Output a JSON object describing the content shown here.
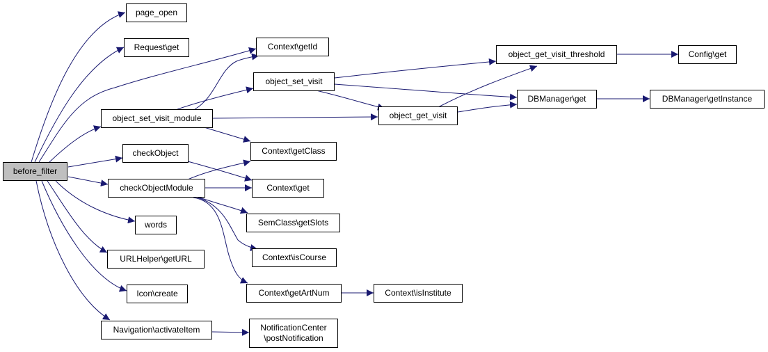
{
  "colors": {
    "edge": "#191970",
    "node_border": "#000000",
    "node_fill": "#ffffff",
    "root_fill": "#bfbfbf"
  },
  "nodes": {
    "before_filter": "before_filter",
    "page_open": "page_open",
    "request_get": "Request\\get",
    "object_set_visit_module": "object_set_visit_module",
    "check_object": "checkObject",
    "check_object_module": "checkObjectModule",
    "words": "words",
    "urlhelper_geturl": "URLHelper\\getURL",
    "icon_create": "Icon\\create",
    "navigation_activateitem": "Navigation\\activateItem",
    "context_getid": "Context\\getId",
    "object_set_visit": "object_set_visit",
    "context_getclass": "Context\\getClass",
    "context_get": "Context\\get",
    "semclass_getslots": "SemClass\\getSlots",
    "context_iscourse": "Context\\isCourse",
    "context_getartnum": "Context\\getArtNum",
    "notificationcenter_postnotification": "NotificationCenter\n\\postNotification",
    "object_get_visit": "object_get_visit",
    "context_isinstitute": "Context\\isInstitute",
    "object_get_visit_threshold": "object_get_visit_threshold",
    "dbmanager_get": "DBManager\\get",
    "config_get": "Config\\get",
    "dbmanager_getinstance": "DBManager\\getInstance"
  }
}
